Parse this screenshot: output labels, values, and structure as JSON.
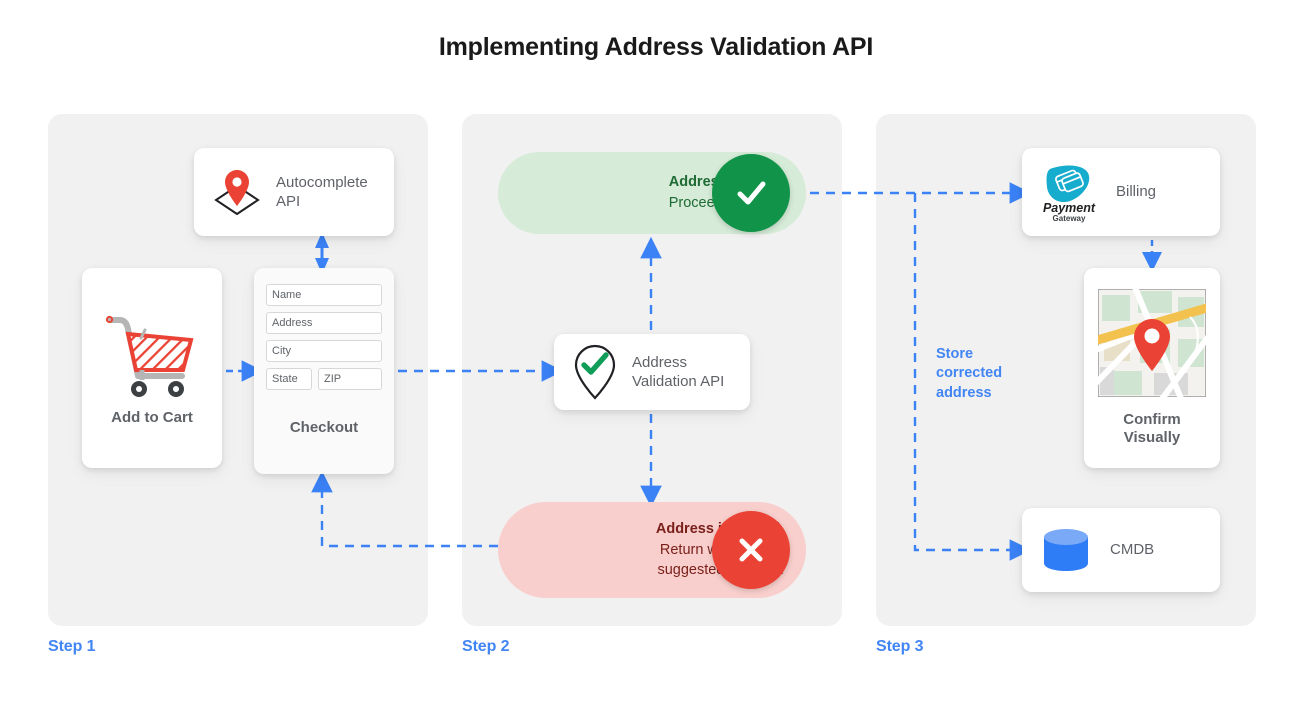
{
  "page": {
    "title": "Implementing Address Validation API",
    "background": "#ffffff",
    "accent_blue": "#4285f4",
    "panel_bg": "#f1f1f1"
  },
  "steps": [
    {
      "label": "Step 1"
    },
    {
      "label": "Step 2"
    },
    {
      "label": "Step 3"
    }
  ],
  "step1": {
    "autocomplete": {
      "label": "Autocomplete API",
      "icon": "map-pin-diamond-icon"
    },
    "cart": {
      "label": "Add to Cart",
      "icon": "shopping-cart-icon"
    },
    "checkout": {
      "label": "Checkout",
      "fields": [
        {
          "name": "name",
          "placeholder": "Name"
        },
        {
          "name": "address",
          "placeholder": "Address"
        },
        {
          "name": "city",
          "placeholder": "City"
        },
        {
          "name": "state",
          "placeholder": "State"
        },
        {
          "name": "zip",
          "placeholder": "ZIP"
        }
      ]
    }
  },
  "step2": {
    "valid": {
      "line1": "Address is valid.",
      "line2": "Proceed to billing.",
      "badge_icon": "check-icon",
      "badge_color": "#119449",
      "pill_color": "#d6ebd8",
      "text_color": "#1e6b34"
    },
    "validation_api": {
      "label_line1": "Address",
      "label_line2": "Validation API",
      "icon": "map-pin-check-icon"
    },
    "invalid": {
      "line1": "Address is invalid.",
      "line2": "Return with Google",
      "line3": "suggested address.",
      "badge_icon": "close-x-icon",
      "badge_color": "#ea4335",
      "pill_color": "#f8cfcc",
      "text_color": "#7a1f1a"
    }
  },
  "step3": {
    "billing": {
      "label": "Billing",
      "logo_line1": "Payment",
      "logo_line2": "Gateway",
      "icon": "payment-gateway-logo"
    },
    "confirm": {
      "label_line1": "Confirm",
      "label_line2": "Visually",
      "icon": "map-thumbnail-icon"
    },
    "cmdb": {
      "label": "CMDB",
      "icon": "database-cylinder-icon"
    },
    "store_note": {
      "line1": "Store",
      "line2": "corrected",
      "line3": "address"
    }
  }
}
